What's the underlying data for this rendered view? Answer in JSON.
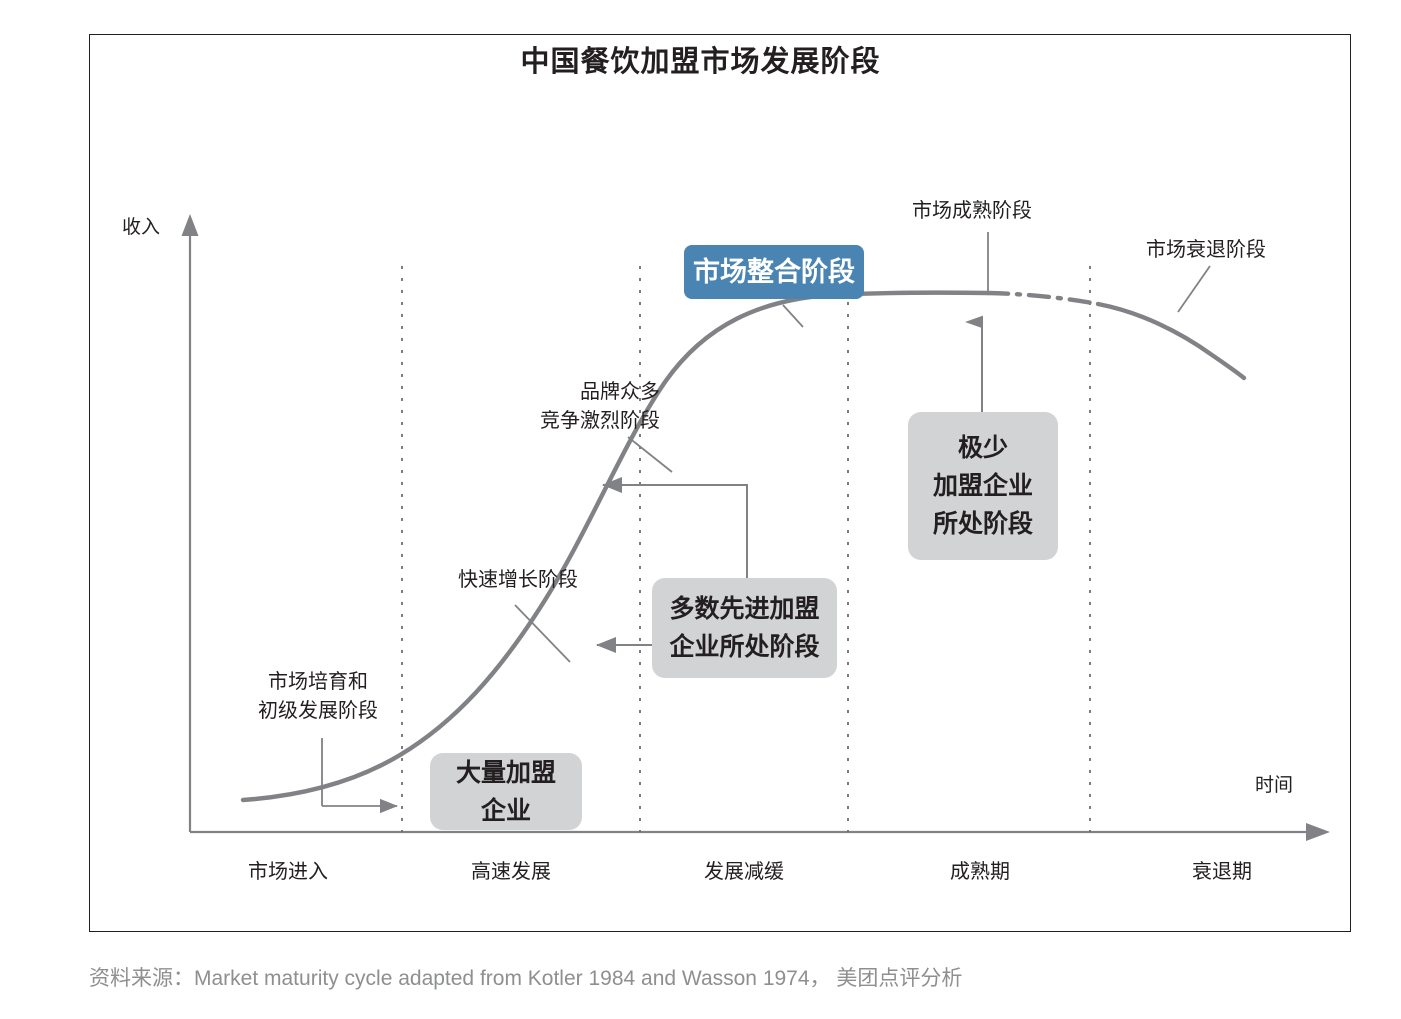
{
  "chart_data": {
    "type": "line",
    "title": "中国餐饮加盟市场发展阶段",
    "xlabel": "时间",
    "ylabel": "收入",
    "grid": false,
    "legend": "none",
    "categories": [
      "市场进入",
      "高速发展",
      "发展减缓",
      "成熟期",
      "衰退期"
    ],
    "series": [
      {
        "name": "收入",
        "description": "S形市场成熟曲线：缓慢起步、高速增长、成熟见顶后衰退",
        "x": [
          0,
          5,
          10,
          15,
          20,
          25,
          30,
          35,
          40,
          45,
          50,
          55,
          60,
          65,
          70,
          75,
          80,
          85,
          90,
          95,
          100
        ],
        "values": [
          3,
          3.5,
          4.5,
          6,
          8,
          11,
          16,
          24,
          35,
          48,
          62,
          74,
          84,
          91,
          95,
          97,
          98,
          97.5,
          95,
          89,
          80
        ]
      }
    ],
    "segment_styles": [
      {
        "name": "growth",
        "style": "solid",
        "x_range": [
          0,
          62
        ]
      },
      {
        "name": "maturity-plateau",
        "style": "dash-dot",
        "x_range": [
          62,
          78
        ]
      },
      {
        "name": "decline",
        "style": "solid",
        "x_range": [
          78,
          100
        ]
      }
    ],
    "stage_dividers_x": [
      20,
      40,
      60,
      80
    ],
    "ylim": [
      0,
      100
    ],
    "xlim": [
      0,
      100
    ]
  },
  "source": {
    "text": "资料来源：Market maturity cycle adapted from Kotler 1984 and Wasson 1974， 美团点评分析"
  },
  "axes": {
    "y_label": "收入",
    "x_label": "时间"
  },
  "annotations": {
    "stage_market_entry": "市场培育和\n初级发展阶段",
    "stage_rapid_growth": "快速增长阶段",
    "stage_many_brands": "品牌众多\n竞争激烈阶段",
    "stage_consolidation": "市场整合阶段",
    "stage_maturity": "市场成熟阶段",
    "stage_decline": "市场衰退阶段"
  },
  "callouts": {
    "mass_franchise": "大量加盟\n企业",
    "advanced_franchise": "多数先进加盟\n企业所处阶段",
    "few_franchise": "极少\n加盟企业\n所处阶段"
  },
  "colors": {
    "accent_blue": "#4a84b3",
    "callout_gray": "#d2d3d4",
    "curve_gray": "#808285",
    "text_dark": "#231f20",
    "source_gray": "#8d8f91"
  }
}
